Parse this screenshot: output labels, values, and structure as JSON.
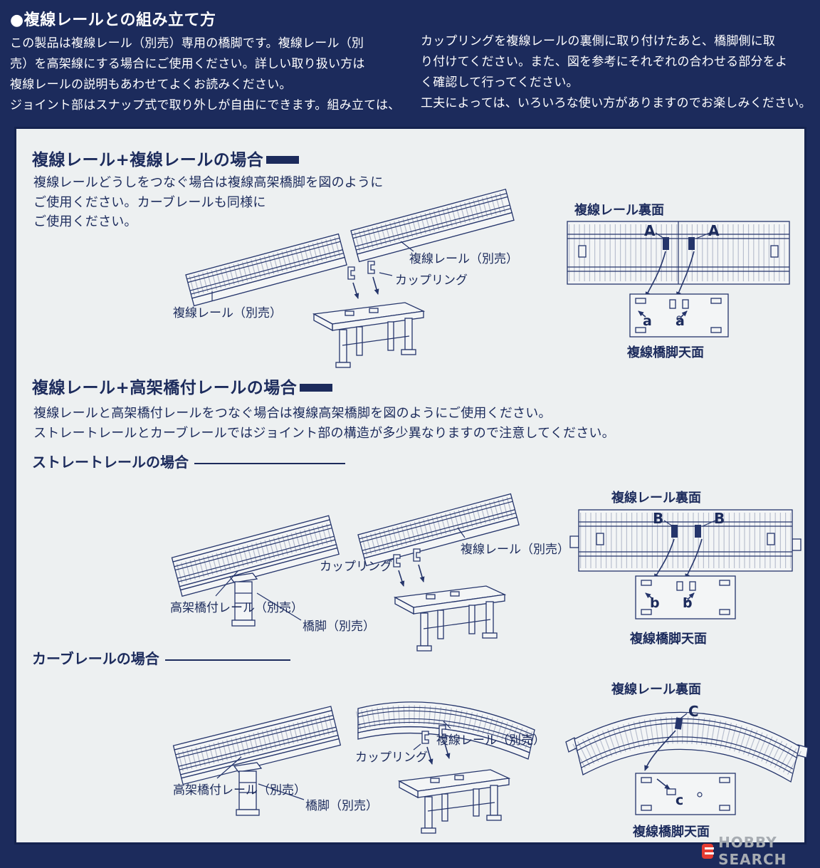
{
  "colors": {
    "navy": "#1c2b5c",
    "panel_bg": "#edf0f1",
    "watermark_red": "#e63c32",
    "watermark_gray": "#a7acb2"
  },
  "header": {
    "title": "●複線レールとの組み立て方",
    "left_lines": [
      "この製品は複線レール（別売）専用の橋脚です。複線レール（別",
      "売）を高架線にする場合にご使用ください。詳しい取り扱い方は",
      "複線レールの説明もあわせてよくお読みください。",
      "ジョイント部はスナップ式で取り外しが自由にできます。組み立ては、"
    ],
    "right_lines": [
      "カップリングを複線レールの裏側に取り付けたあと、橋脚側に取",
      "り付けてください。また、図を参考にそれぞれの合わせる部分をよ",
      "く確認して行ってください。",
      "工夫によっては、いろいろな使い方がありますのでお楽しみください。"
    ]
  },
  "section1": {
    "heading": "複線レール+複線レールの場合",
    "body_lines": [
      "複線レールどうしをつなぐ場合は複線高架橋脚を図のように",
      "ご使用ください。カーブレールも同様に",
      "ご使用ください。"
    ],
    "labels": {
      "rail_right": "複線レール（別売）",
      "coupling": "カップリング",
      "rail_left": "複線レール（別売）"
    },
    "detail": {
      "back_title": "複線レール裏面",
      "top_title": "複線橋脚天面",
      "mark_upper": "A",
      "mark_lower": "a"
    }
  },
  "section2": {
    "heading": "複線レール+高架橋付レールの場合",
    "body_lines": [
      "複線レールと高架橋付レールをつなぐ場合は複線高架橋脚を図のようにご使用ください。",
      "ストレートレールとカーブレールではジョイント部の構造が多少異なりますので注意してください。"
    ],
    "straight": {
      "subheading": "ストレートレールの場合",
      "labels": {
        "rail": "複線レール（別売）",
        "coupling": "カップリング",
        "viaduct_rail": "高架橋付レール（別売）",
        "pier": "橋脚（別売）"
      },
      "detail": {
        "back_title": "複線レール裏面",
        "top_title": "複線橋脚天面",
        "mark_upper": "B",
        "mark_lower": "b"
      }
    },
    "curve": {
      "subheading": "カーブレールの場合",
      "labels": {
        "rail": "複線レール（別売）",
        "coupling": "カップリング",
        "viaduct_rail": "高架橋付レール（別売）",
        "pier": "橋脚（別売）"
      },
      "detail": {
        "back_title": "複線レール裏面",
        "top_title": "複線橋脚天面",
        "mark_upper": "C",
        "mark_lower": "c"
      }
    }
  },
  "watermark": {
    "brand": "HOBBY SEARCH"
  }
}
